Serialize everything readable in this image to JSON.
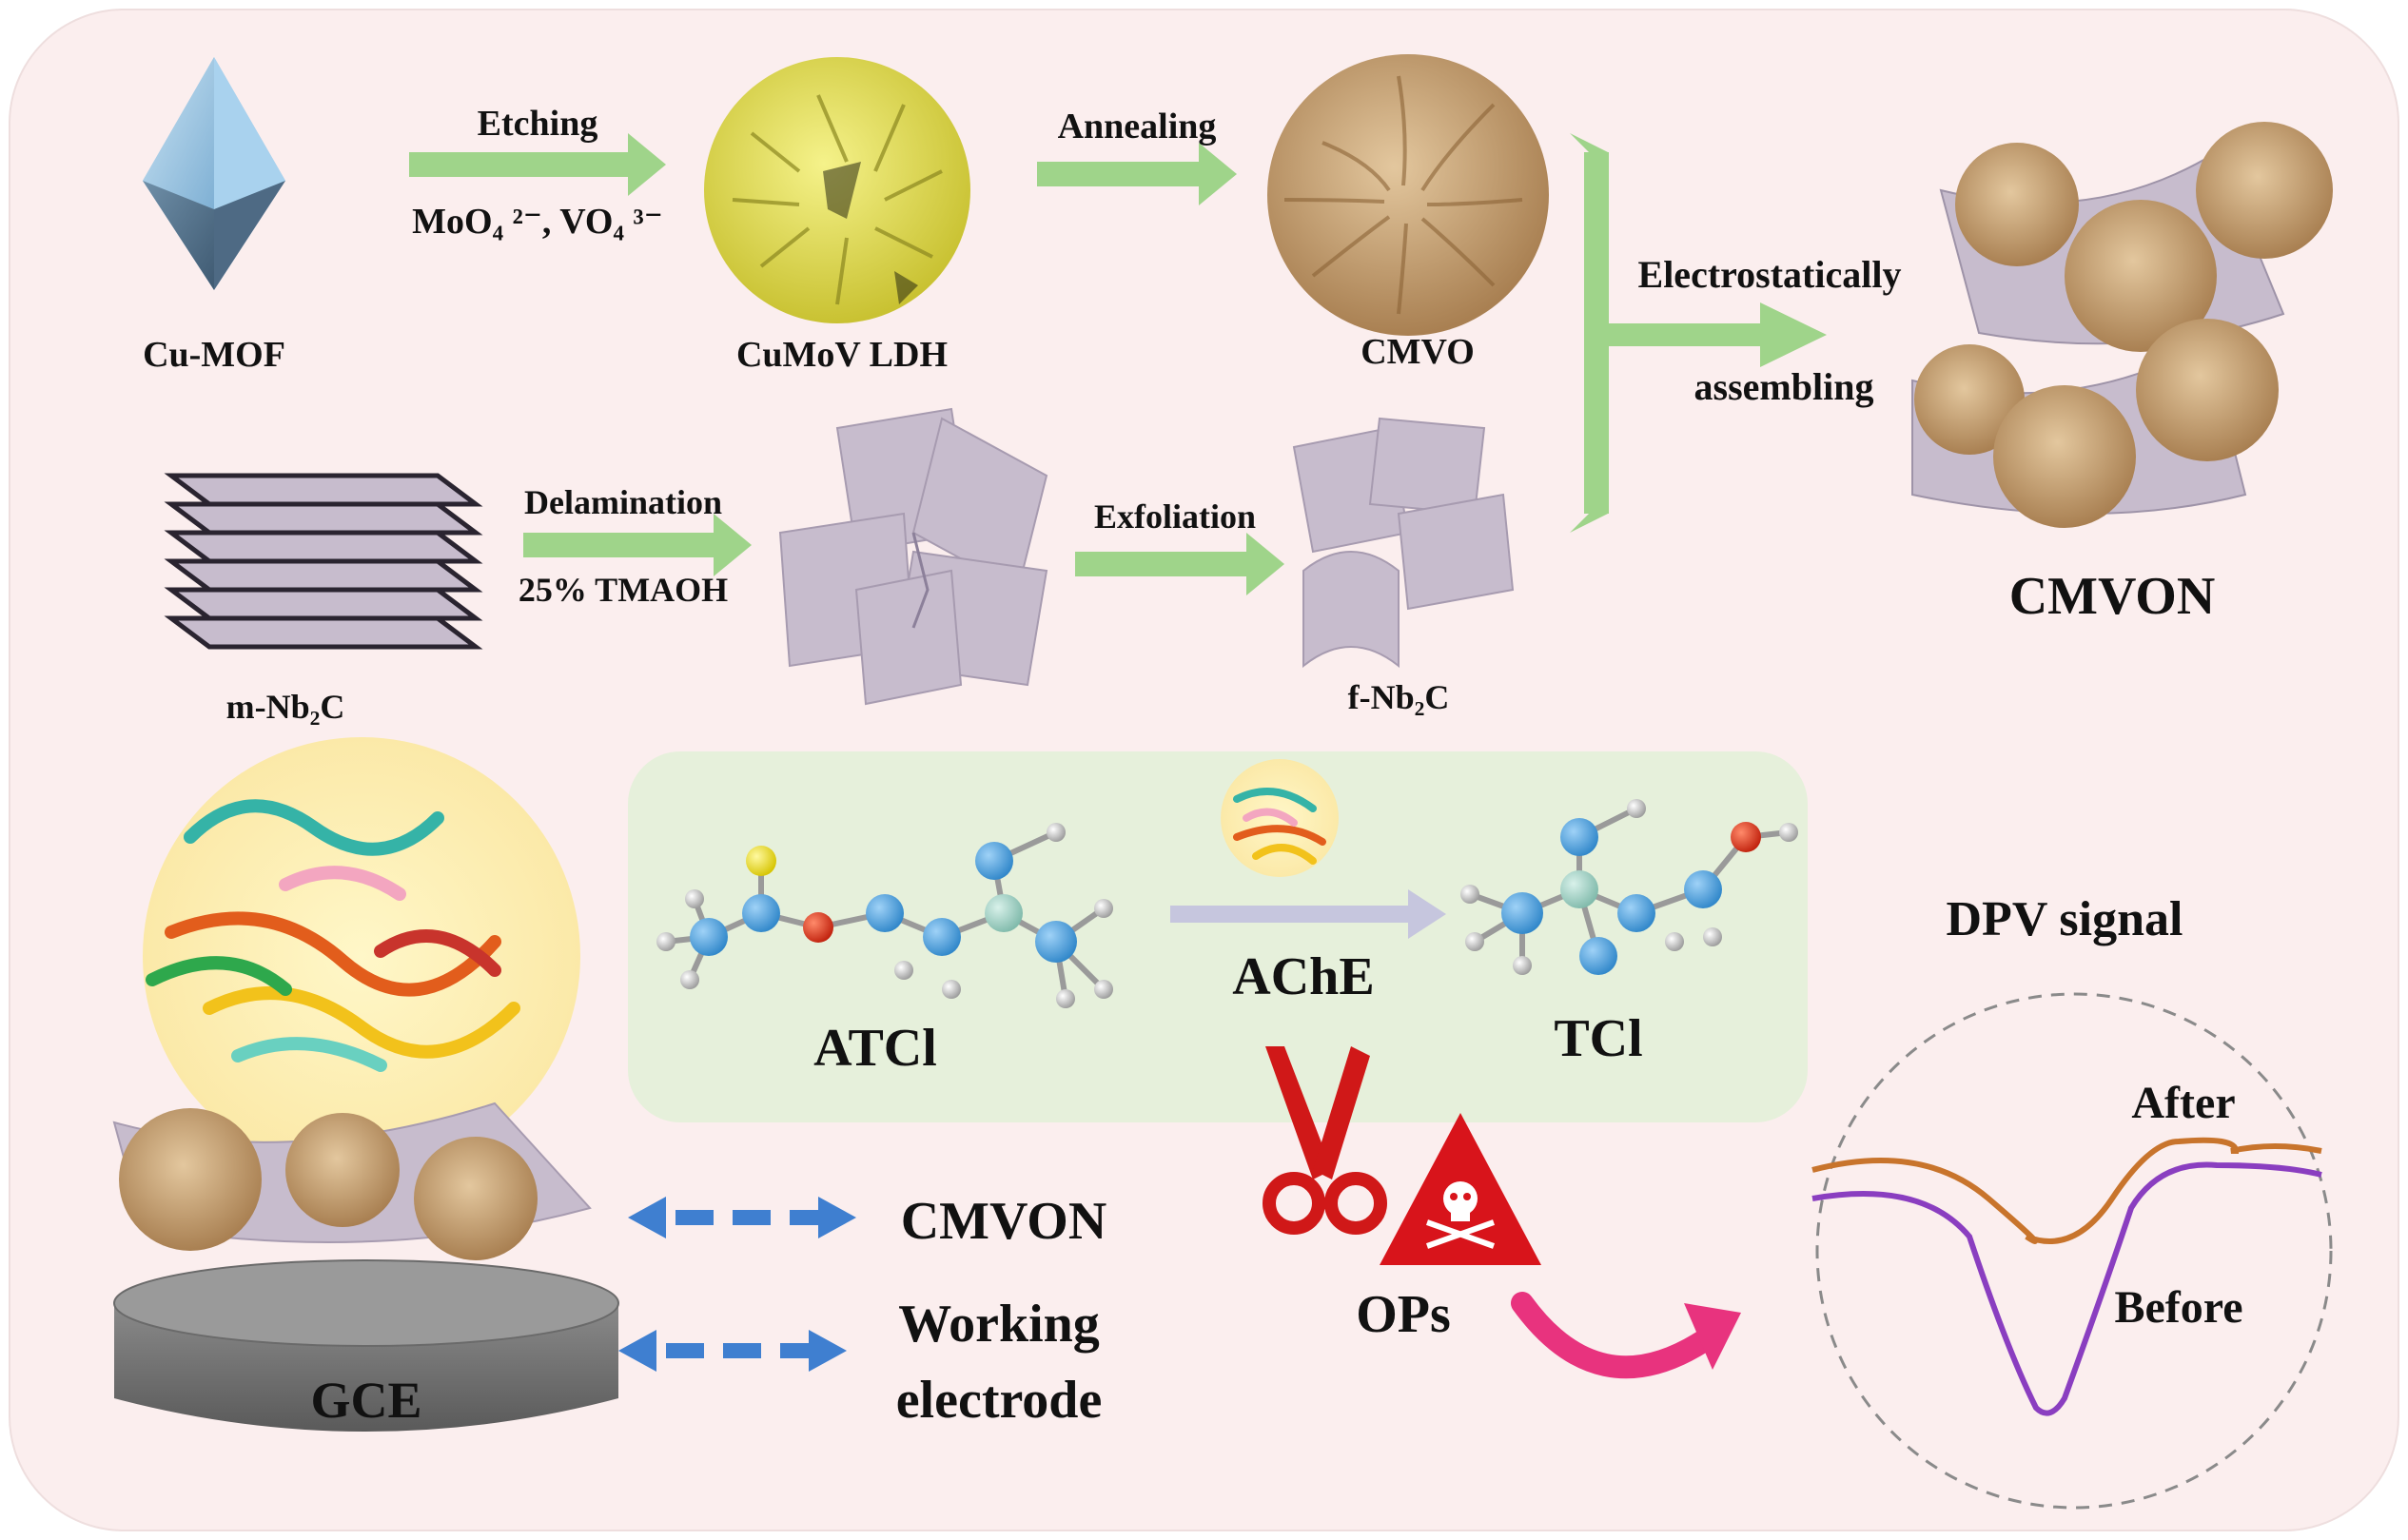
{
  "colors": {
    "panel_bg": "#fbeeee",
    "inner_panel_bg": "#e6f0db",
    "arrow_green": "#9fd48a",
    "arrow_blue": "#3f7fd0",
    "arrow_lavender": "#c6c6de",
    "arrow_pink": "#e8337e",
    "sheet_purple": "#c7bccd",
    "flower_tan": "#c9a475",
    "ldh_yellow": "#e6e25a",
    "mof_blue": "#8ab9d8",
    "curve_after": "#c8742c",
    "curve_before": "#8a3ec0",
    "gce_gray": "#7c7c7c",
    "hazard_red": "#d8141b",
    "scissors_red": "#d01818"
  },
  "top": {
    "cu_mof_label": "Cu-MOF",
    "etching_label": "Etching",
    "ions_label": "MoO₄ ²⁻, VO₄ ³⁻",
    "ldh_label": "CuMoV LDH",
    "annealing_label": "Annealing",
    "cmvo_label": "CMVO",
    "electro_label": "Electrostatically",
    "assembling_label": "assembling",
    "cmvon_label": "CMVON"
  },
  "middle": {
    "m_nb2c_label": "m-Nb₂C",
    "delamination_label": "Delamination",
    "tmaoh_label": "25% TMAOH",
    "exfoliation_label": "Exfoliation",
    "f_nb2c_label": "f-Nb₂C"
  },
  "bottom": {
    "gce_label": "GCE",
    "cmvon_label": "CMVON",
    "working_label_1": "Working",
    "working_label_2": "electrode",
    "atcl_label": "ATCl",
    "ache_label": "AChE",
    "tcl_label": "TCl",
    "ops_label": "OPs",
    "dpv_label": "DPV signal",
    "after_label": "After",
    "before_label": "Before",
    "scissors_icon": "scissors-icon",
    "hazard_icon": "skull-crossbones-hazard-icon"
  }
}
